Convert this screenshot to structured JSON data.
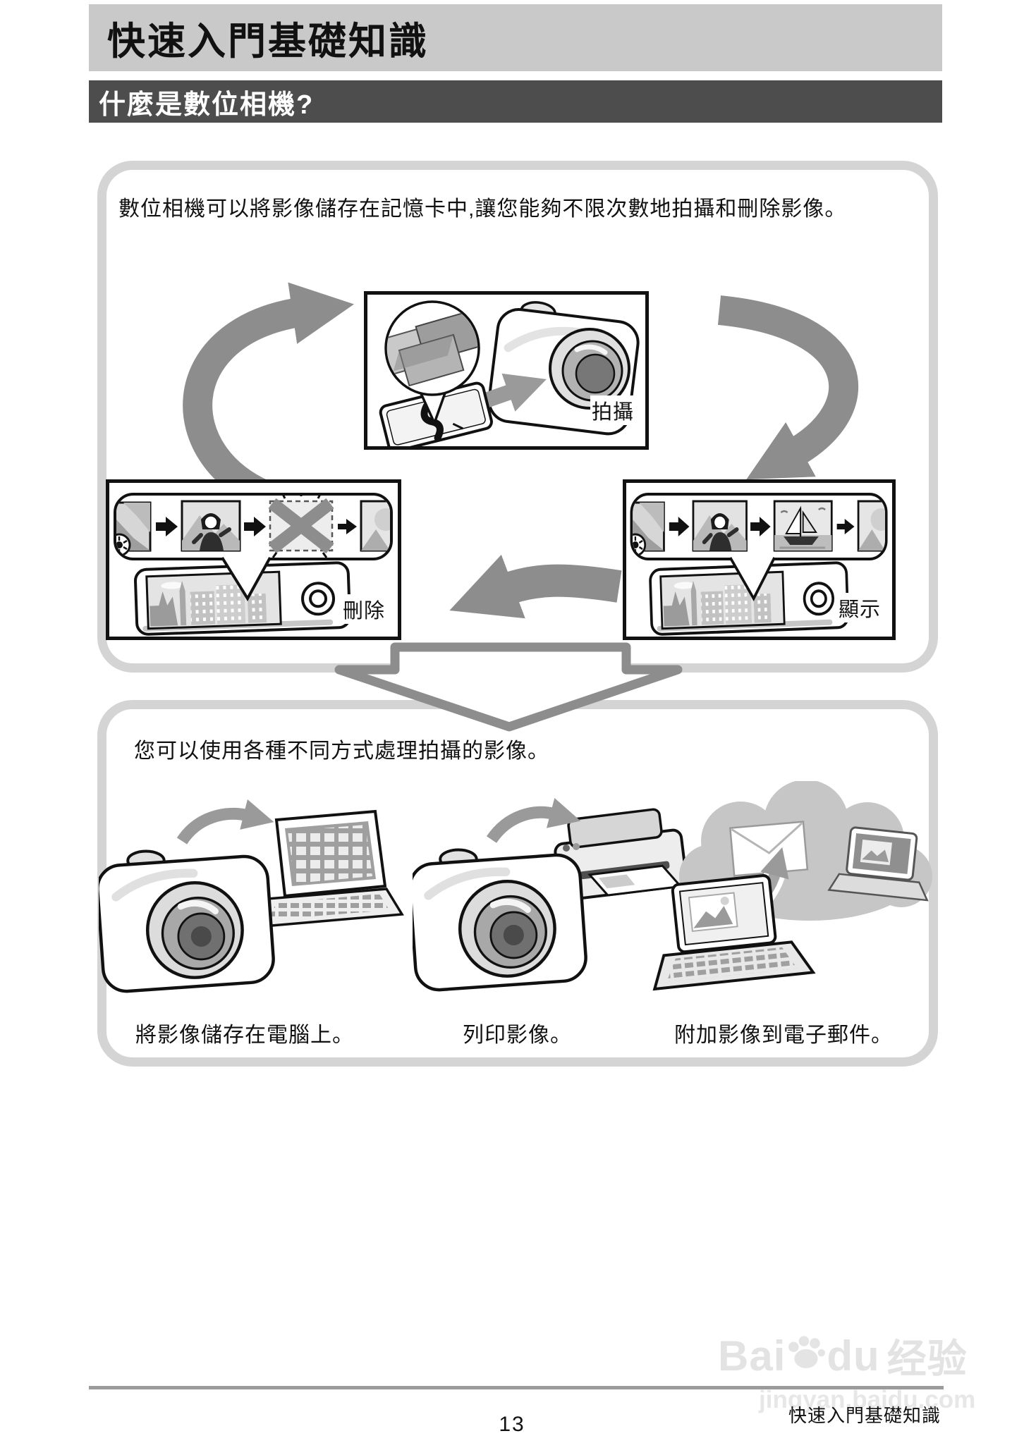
{
  "page": {
    "title": "快速入門基礎知識",
    "section_title": "什麼是數位相機?",
    "page_number": "13",
    "footer_label": "快速入門基礎知識"
  },
  "cycle_panel": {
    "description": "數位相機可以將影像儲存在記憶卡中,讓您能夠不限次數地拍攝和刪除影像。",
    "labels": {
      "shoot": "拍攝",
      "delete": "刪除",
      "display": "顯示"
    }
  },
  "usage_panel": {
    "description": "您可以使用各種不同方式處理拍攝的影像。",
    "captions": {
      "save": "將影像儲存在電腦上。",
      "print": "列印影像。",
      "email": "附加影像到電子郵件。"
    }
  },
  "watermark": {
    "brand_left": "Bai",
    "brand_right": "du",
    "brand_suffix": "经验",
    "url": "jingyan.baidu.com"
  },
  "colors": {
    "header_bg": "#c9c9c9",
    "section_bg": "#4d4d4d",
    "box_border": "#d4d4d4",
    "arrow": "#8d8d8d"
  }
}
